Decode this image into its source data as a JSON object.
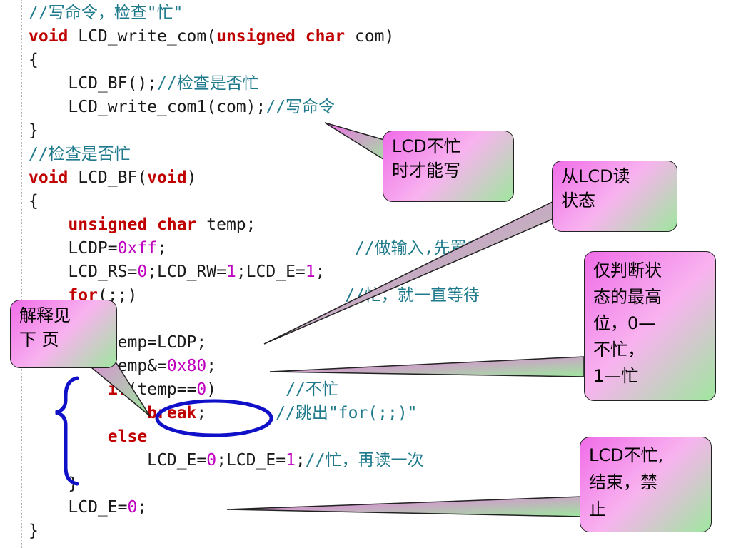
{
  "code_lines": [
    {
      "tokens": [
        {
          "t": "c",
          "v": "//写命令，检查\"忙\""
        }
      ]
    },
    {
      "tokens": [
        {
          "t": "k",
          "v": "void"
        },
        {
          "t": "n",
          "v": " LCD_write_com("
        },
        {
          "t": "k",
          "v": "unsigned char"
        },
        {
          "t": "n",
          "v": " com)"
        }
      ]
    },
    {
      "tokens": [
        {
          "t": "n",
          "v": "{"
        }
      ]
    },
    {
      "tokens": [
        {
          "t": "n",
          "v": "    LCD_BF();"
        },
        {
          "t": "c",
          "v": "//检查是否忙"
        }
      ]
    },
    {
      "tokens": [
        {
          "t": "n",
          "v": "    LCD_write_com1(com);"
        },
        {
          "t": "c",
          "v": "//写命令"
        }
      ]
    },
    {
      "tokens": [
        {
          "t": "n",
          "v": "}"
        }
      ]
    },
    {
      "tokens": [
        {
          "t": "c",
          "v": "//检查是否忙"
        }
      ]
    },
    {
      "tokens": [
        {
          "t": "k",
          "v": "void"
        },
        {
          "t": "n",
          "v": " LCD_BF("
        },
        {
          "t": "k",
          "v": "void"
        },
        {
          "t": "n",
          "v": ")"
        }
      ]
    },
    {
      "tokens": [
        {
          "t": "n",
          "v": "{"
        }
      ]
    },
    {
      "tokens": [
        {
          "t": "n",
          "v": "    "
        },
        {
          "t": "k",
          "v": "unsigned char"
        },
        {
          "t": "n",
          "v": " temp;"
        }
      ]
    },
    {
      "tokens": [
        {
          "t": "n",
          "v": "    LCDP="
        },
        {
          "t": "m",
          "v": "0xff"
        },
        {
          "t": "n",
          "v": ";                   "
        },
        {
          "t": "c",
          "v": "//做输入,先置1"
        }
      ]
    },
    {
      "tokens": [
        {
          "t": "n",
          "v": "    LCD_RS="
        },
        {
          "t": "m",
          "v": "0"
        },
        {
          "t": "n",
          "v": ";LCD_RW="
        },
        {
          "t": "m",
          "v": "1"
        },
        {
          "t": "n",
          "v": ";LCD_E="
        },
        {
          "t": "m",
          "v": "1"
        },
        {
          "t": "n",
          "v": ";"
        }
      ]
    },
    {
      "tokens": [
        {
          "t": "n",
          "v": "    "
        },
        {
          "t": "k",
          "v": "for"
        },
        {
          "t": "n",
          "v": "(;;)                     "
        },
        {
          "t": "c",
          "v": "//忙，就一直等待"
        }
      ]
    },
    {
      "tokens": [
        {
          "t": "n",
          "v": "    {"
        }
      ]
    },
    {
      "tokens": [
        {
          "t": "n",
          "v": "        temp=LCDP;"
        }
      ]
    },
    {
      "tokens": [
        {
          "t": "n",
          "v": "        temp&="
        },
        {
          "t": "m",
          "v": "0x80"
        },
        {
          "t": "n",
          "v": ";"
        }
      ]
    },
    {
      "tokens": [
        {
          "t": "n",
          "v": "        "
        },
        {
          "t": "k",
          "v": "if"
        },
        {
          "t": "n",
          "v": "(temp=="
        },
        {
          "t": "m",
          "v": "0"
        },
        {
          "t": "n",
          "v": ")       "
        },
        {
          "t": "c",
          "v": "//不忙"
        }
      ]
    },
    {
      "tokens": [
        {
          "t": "n",
          "v": "            "
        },
        {
          "t": "k",
          "v": "break"
        },
        {
          "t": "n",
          "v": ";       "
        },
        {
          "t": "c",
          "v": "//跳出\"for(;;)\""
        }
      ]
    },
    {
      "tokens": [
        {
          "t": "n",
          "v": "        "
        },
        {
          "t": "k",
          "v": "else"
        }
      ]
    },
    {
      "tokens": [
        {
          "t": "n",
          "v": "            LCD_E="
        },
        {
          "t": "m",
          "v": "0"
        },
        {
          "t": "n",
          "v": ";LCD_E="
        },
        {
          "t": "m",
          "v": "1"
        },
        {
          "t": "n",
          "v": ";"
        },
        {
          "t": "c",
          "v": "//忙，再读一次"
        }
      ]
    },
    {
      "tokens": [
        {
          "t": "n",
          "v": "    }"
        }
      ]
    },
    {
      "tokens": [
        {
          "t": "n",
          "v": "    LCD_E="
        },
        {
          "t": "m",
          "v": "0"
        },
        {
          "t": "n",
          "v": ";"
        }
      ]
    },
    {
      "tokens": [
        {
          "t": "n",
          "v": "}"
        }
      ]
    }
  ],
  "callouts": {
    "lcd_not_busy_write": {
      "lines": [
        "LCD不忙",
        "时才能写"
      ]
    },
    "read_status": {
      "lines": [
        "从LCD读",
        "状态"
      ]
    },
    "highest_bit": {
      "lines": [
        "仅判断状",
        "态的最高",
        "位，0—",
        "不忙，",
        "1—忙"
      ]
    },
    "see_next_page": {
      "lines": [
        "解释见",
        "下 页"
      ]
    },
    "lcd_end": {
      "lines": [
        "LCD不忙,",
        "结束，禁",
        "止"
      ]
    }
  },
  "colors": {
    "keyword": "#c00000",
    "comment": "#1f7a8c",
    "number": "#c000c0",
    "callout_pink": "#f06ce8",
    "callout_green": "#9ee79e",
    "brace_blue": "#1010c8"
  },
  "icons": {
    "loop_brace": "brace-icon",
    "break_highlight": "ellipse-icon"
  }
}
